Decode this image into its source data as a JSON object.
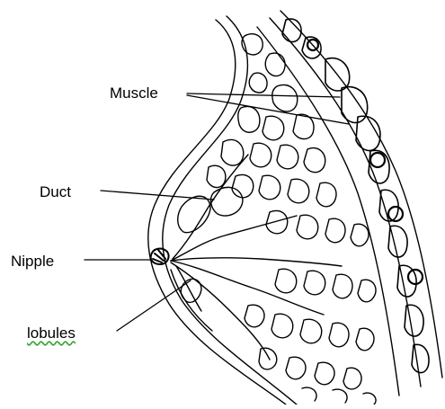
{
  "labels": {
    "muscle": "Muscle",
    "duct": "Duct",
    "nipple": "Nipple",
    "lobules": "lobules"
  },
  "colors": {
    "ink": "#000000",
    "spellcheck_underline": "#3aa53a"
  }
}
